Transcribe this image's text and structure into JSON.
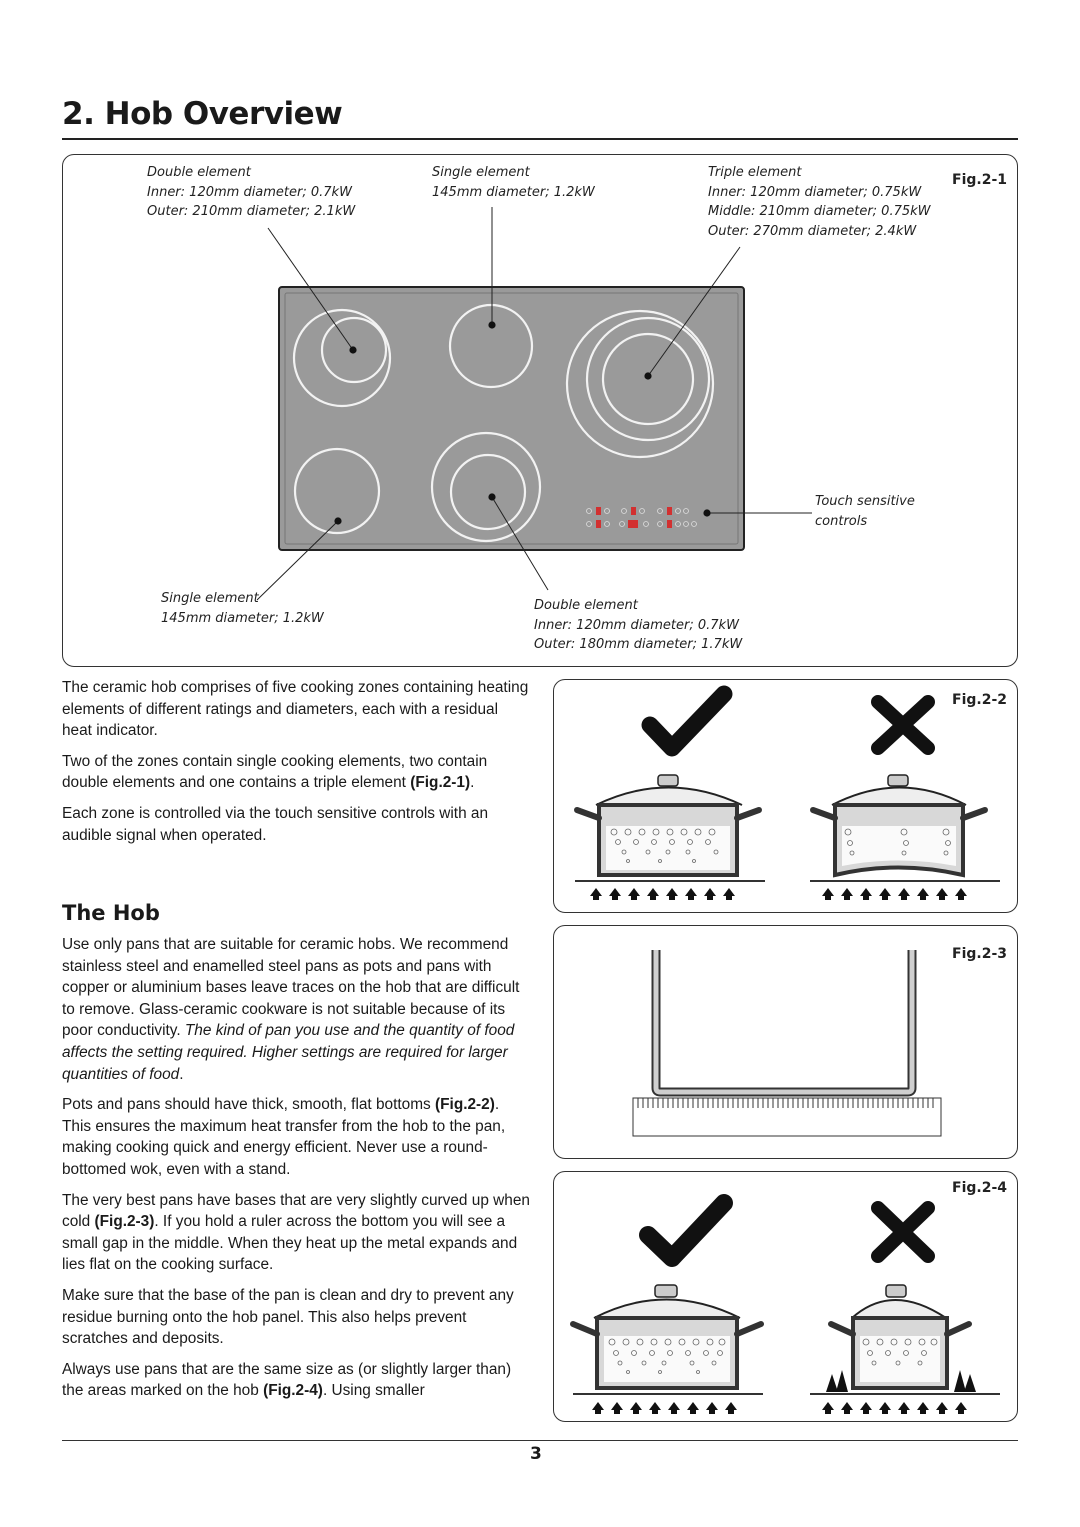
{
  "header": {
    "title": "2.  Hob Overview"
  },
  "fig1": {
    "label": "Fig.2-1",
    "double_top": {
      "name": "Double element",
      "l1": "Inner: 120mm diameter; 0.7kW",
      "l2": "Outer: 210mm diameter; 2.1kW"
    },
    "single_top": {
      "name": "Single element",
      "l1": "145mm diameter; 1.2kW"
    },
    "triple": {
      "name": "Triple element",
      "l1": "Inner: 120mm diameter; 0.75kW",
      "l2": "Middle: 210mm diameter; 0.75kW",
      "l3": "Outer: 270mm diameter; 2.4kW"
    },
    "touch": {
      "l1": "Touch sensitive",
      "l2": "controls"
    },
    "single_bottom": {
      "name": "Single element",
      "l1": "145mm diameter; 1.2kW"
    },
    "double_bottom": {
      "name": "Double element",
      "l1": "Inner: 120mm diameter; 0.7kW",
      "l2": "Outer: 180mm diameter; 1.7kW"
    }
  },
  "fig2_label": "Fig.2-2",
  "fig3_label": "Fig.2-3",
  "fig4_label": "Fig.2-4",
  "intro": {
    "p1": "The ceramic hob comprises of five cooking zones containing heating elements of different ratings and diameters, each with a residual heat indicator.",
    "p2": "Two of the zones contain single cooking elements, two contain double elements and one contains a triple element",
    "p2_ref": "(Fig.2-1)",
    "p2_end": ".",
    "p3": "Each zone is controlled via the touch sensitive controls with an audible signal when operated."
  },
  "hob_section": {
    "heading": "The Hob",
    "p1_a": "Use only pans that are suitable for ceramic hobs. We recommend stainless steel and enamelled steel pans as pots and pans with copper or aluminium bases leave traces on the hob that are difficult to remove. Glass-ceramic cookware is not suitable because of its poor conductivity. ",
    "p1_b": "The kind of pan you use and the quantity of food affects the setting required. Higher settings are required for larger quantities of food",
    "p1_c": ".",
    "p2_a": "Pots and pans should have thick, smooth, flat bottoms ",
    "p2_ref": "(Fig.2-2)",
    "p2_b": ". This ensures the maximum heat transfer from the hob to the pan, making cooking quick and energy efficient. Never use a round-bottomed wok, even with a stand.",
    "p3_a": "The very best pans have bases that are very slightly curved up when cold ",
    "p3_ref": "(Fig.2-3)",
    "p3_b": ". If you hold a ruler across the bottom you will see a small gap in the middle. When they heat up the metal expands and lies flat on the cooking surface.",
    "p4": "Make sure that the base of the pan is clean and dry to prevent any residue burning onto the hob panel. This also helps prevent scratches and deposits.",
    "p5_a": "Always use pans that are the same size as (or slightly larger than) the areas marked on the hob ",
    "p5_ref": "(Fig.2-4)",
    "p5_b": ". Using smaller"
  },
  "page_number": "3",
  "colors": {
    "hob_surface": "#9a9a9a",
    "ring": "#f2f2f2",
    "display_red": "#d23030"
  }
}
